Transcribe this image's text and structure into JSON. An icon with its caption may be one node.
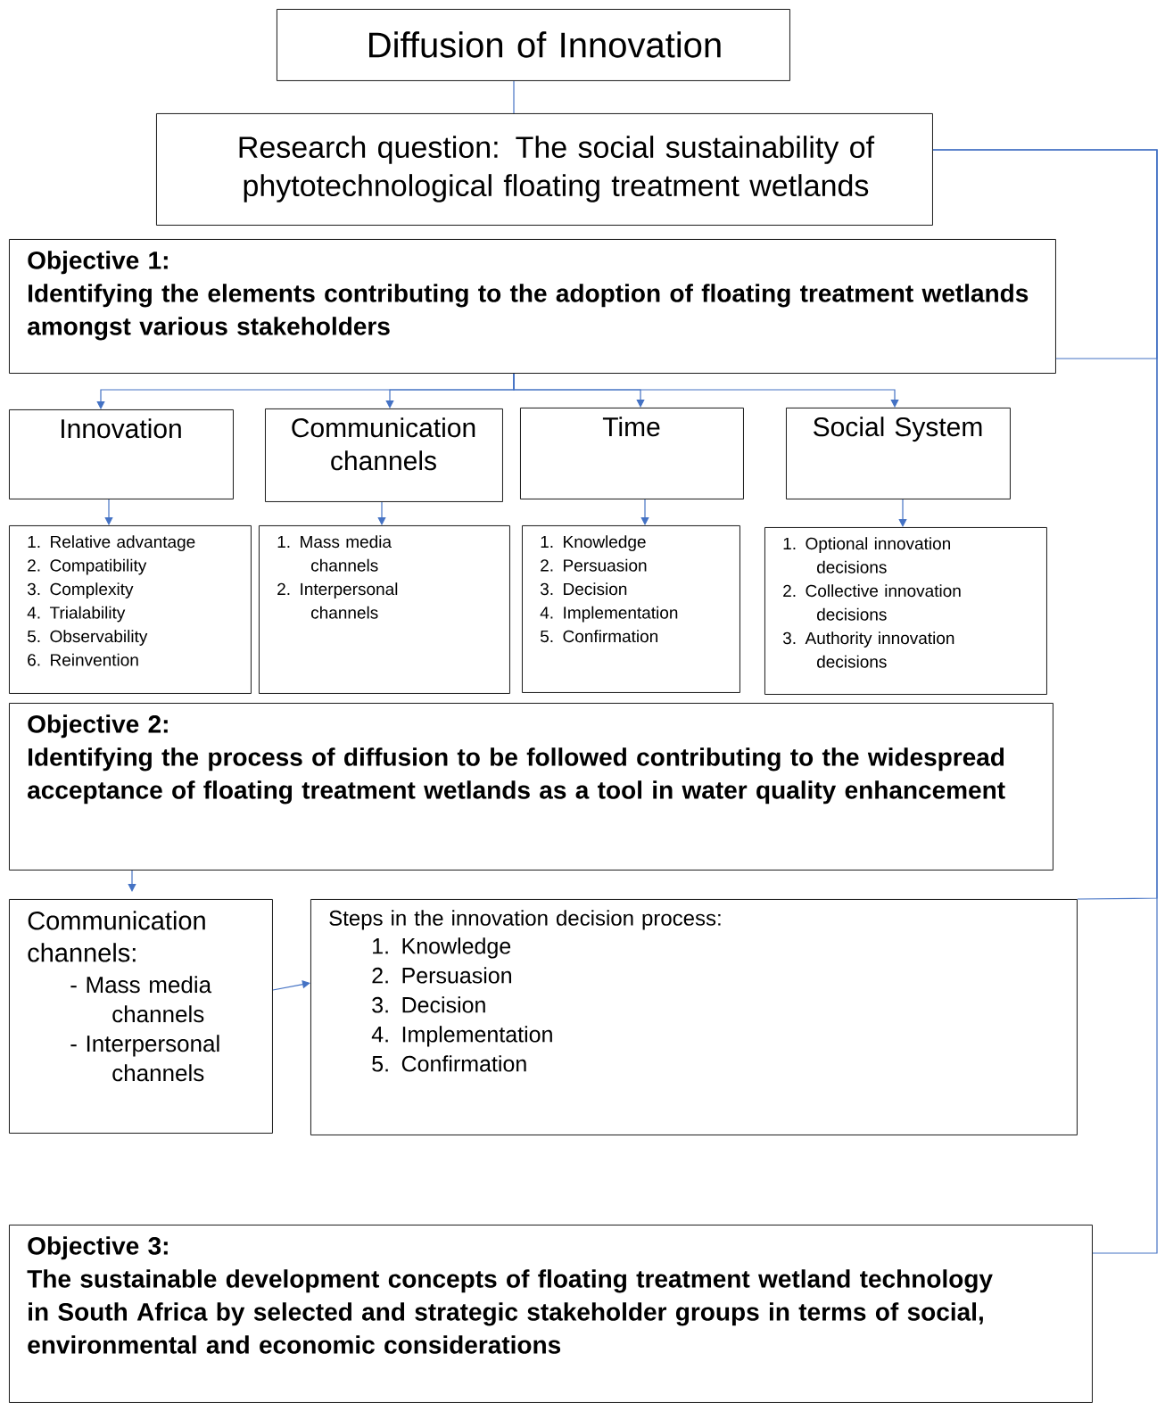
{
  "diagram": {
    "nodes": [
      {
        "text": [
          "Diffusion of Innovation"
        ]
      },
      {
        "text": [
          "Research question: The social sustainability of phytotechnological floating treatment wetlands"
        ]
      },
      {
        "text": [
          "Objective 1:",
          "Identifying the elements contributing to the adoption of floating treatment wetlands amongst various stakeholders"
        ]
      },
      {
        "text": [
          "Innovation"
        ]
      },
      {
        "text": [
          "Communication channels"
        ]
      },
      {
        "text": [
          "Time"
        ]
      },
      {
        "text": [
          "Social System"
        ]
      },
      {
        "text": [
          "1. Relative advantage",
          "2. Compatibility",
          "3. Complexity",
          "4. Trialability",
          "5. Observability",
          "6. Reinvention"
        ]
      },
      {
        "text": [
          "1. Mass media channels",
          "2. Interpersonal channels"
        ]
      },
      {
        "text": [
          "1. Knowledge",
          "2. Persuasion",
          "3. Decision",
          "4. Implementation",
          "5. Confirmation"
        ]
      },
      {
        "text": [
          "1. Optional innovation decisions",
          "2. Collective innovation decisions",
          "3. Authority innovation decisions"
        ]
      },
      {
        "text": [
          "Objective 2:",
          "Identifying the process of diffusion to be followed contributing to the widespread acceptance of floating treatment wetlands as a tool in water quality enhancement"
        ]
      },
      {
        "text": [
          "Communication channels:",
          "- Mass media channels",
          "- Interpersonal channels"
        ]
      },
      {
        "text": [
          "Steps in the innovation decision process:",
          "1. Knowledge",
          "2. Persuasion",
          "3. Decision",
          "4. Implementation",
          "5. Confirmation"
        ]
      },
      {
        "text": [
          "Objective 3:",
          "The sustainable development concepts of floating treatment wetland technology in South Africa by selected and strategic stakeholder groups in terms of social, environmental and economic considerations"
        ]
      }
    ],
    "edges": [
      {
        "from": 0,
        "to": 1,
        "arrow": "none"
      },
      {
        "from": 1,
        "to": 2,
        "arrow": "none"
      },
      {
        "from": 1,
        "to": 13,
        "arrow": "none"
      },
      {
        "from": 1,
        "to": 14,
        "arrow": "none"
      },
      {
        "from": 2,
        "to": 3,
        "arrow": "to"
      },
      {
        "from": 2,
        "to": 4,
        "arrow": "to"
      },
      {
        "from": 2,
        "to": 5,
        "arrow": "to"
      },
      {
        "from": 2,
        "to": 6,
        "arrow": "to"
      },
      {
        "from": 3,
        "to": 7,
        "arrow": "to"
      },
      {
        "from": 4,
        "to": 8,
        "arrow": "to"
      },
      {
        "from": 5,
        "to": 9,
        "arrow": "to"
      },
      {
        "from": 6,
        "to": 10,
        "arrow": "to"
      },
      {
        "from": 11,
        "to": 12,
        "arrow": "to"
      },
      {
        "from": 12,
        "to": 13,
        "arrow": "to"
      }
    ]
  }
}
